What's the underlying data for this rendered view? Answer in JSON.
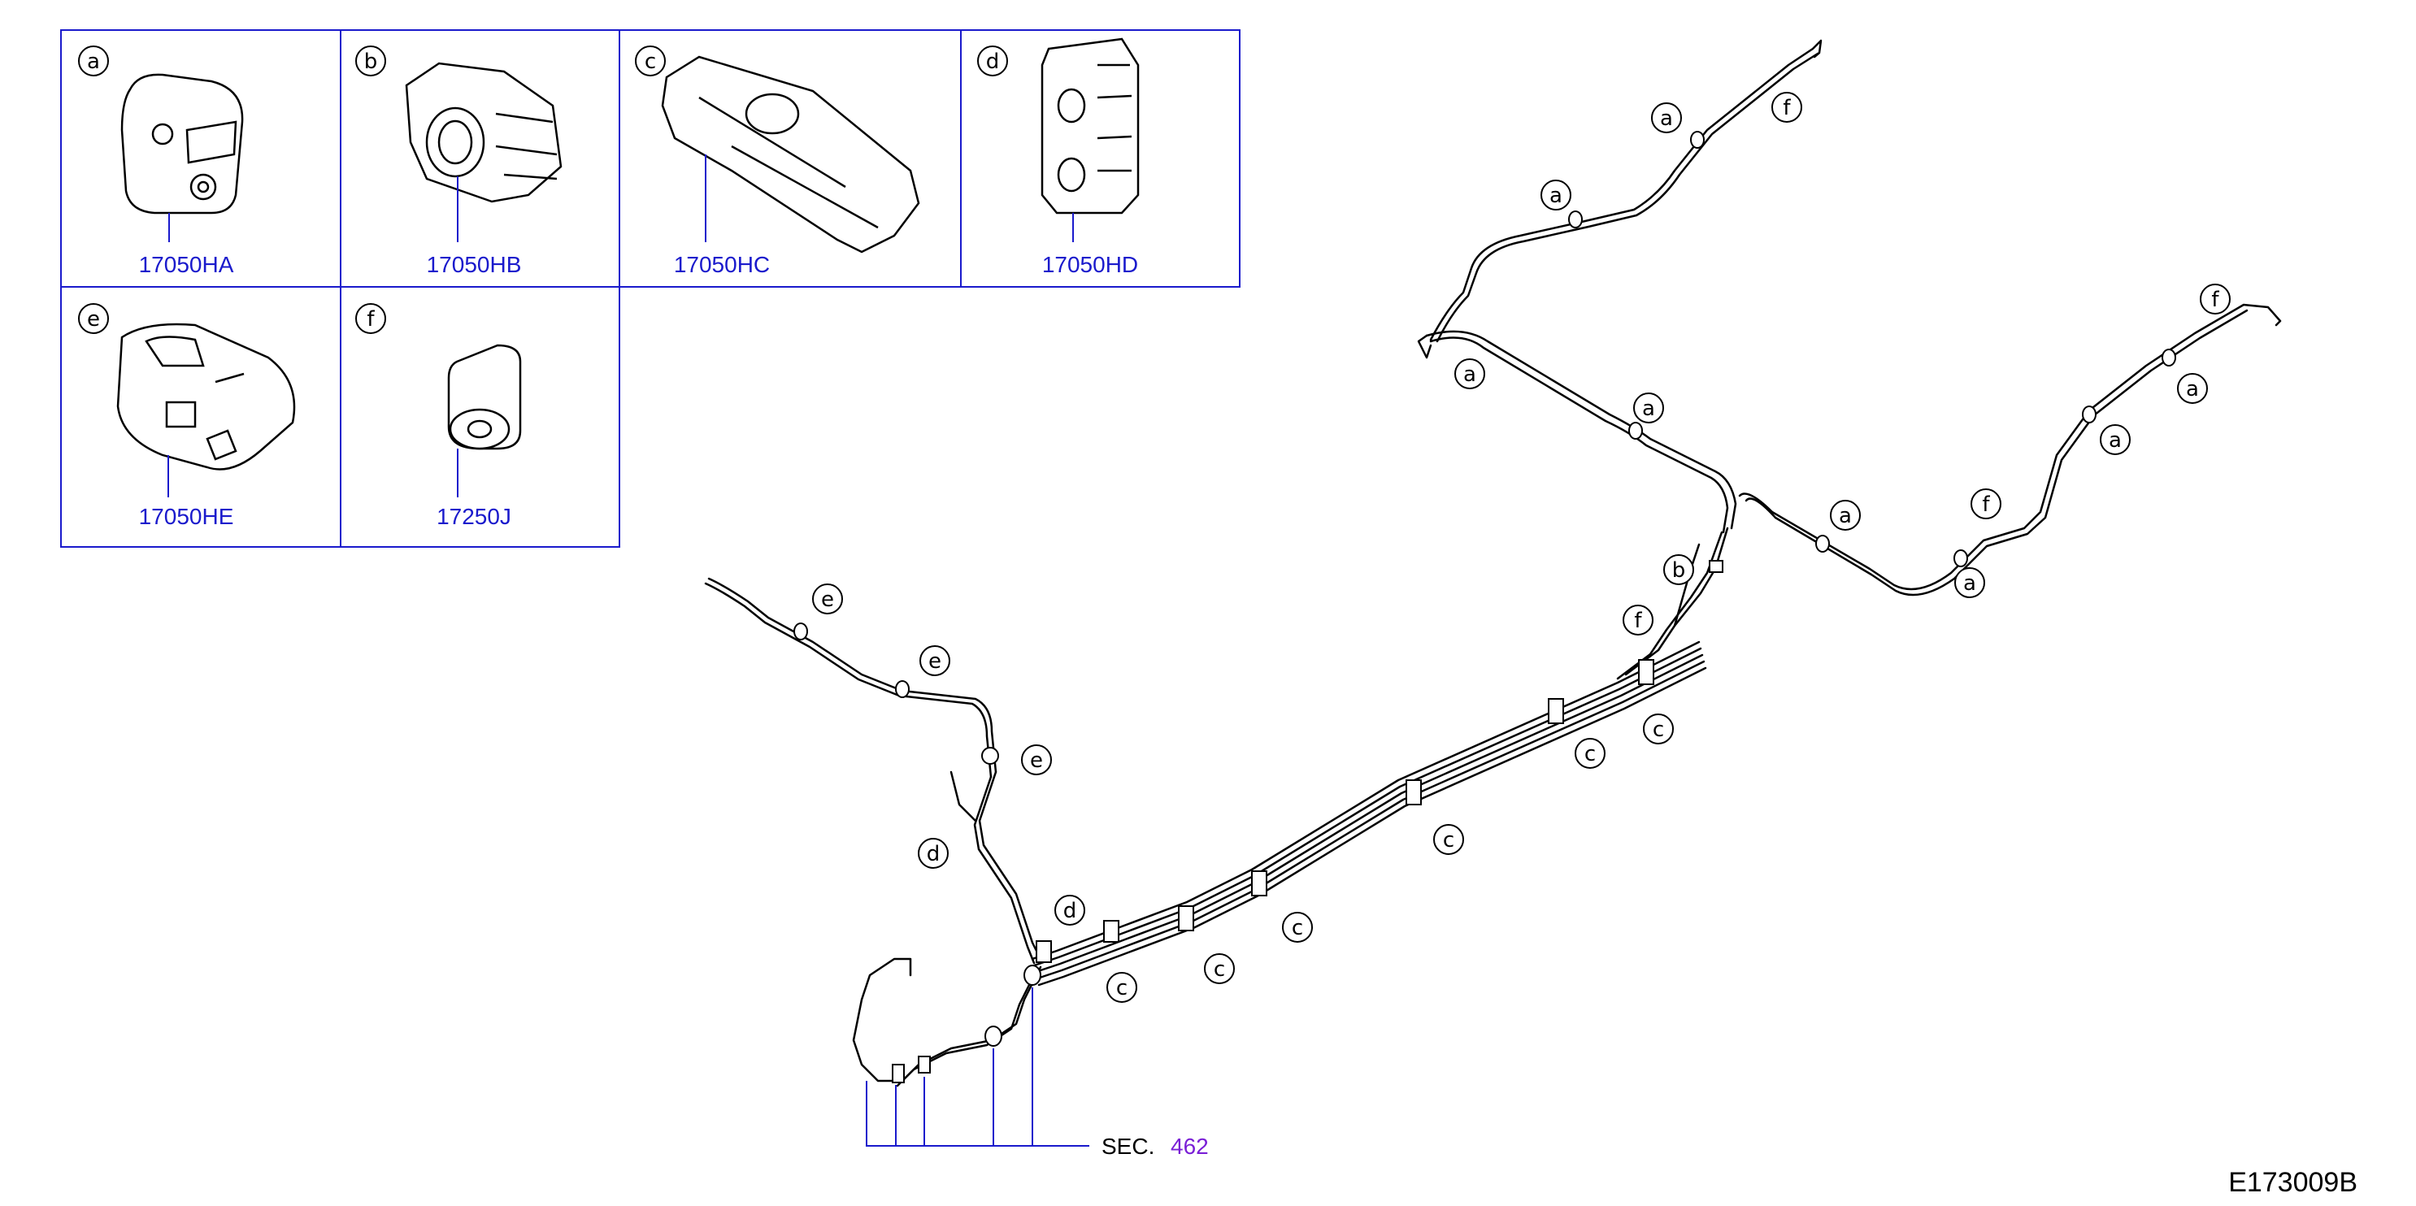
{
  "parts": [
    {
      "letter": "a",
      "part_number": "17050HA"
    },
    {
      "letter": "b",
      "part_number": "17050HB"
    },
    {
      "letter": "c",
      "part_number": "17050HC"
    },
    {
      "letter": "d",
      "part_number": "17050HD"
    },
    {
      "letter": "e",
      "part_number": "17050HE"
    },
    {
      "letter": "f",
      "part_number": "17250J"
    }
  ],
  "callouts": {
    "a": "a",
    "b": "b",
    "c": "c",
    "d": "d",
    "e": "e",
    "f": "f"
  },
  "section_ref": {
    "prefix": "SEC.",
    "number": "462"
  },
  "figure_id": "E173009B",
  "colors": {
    "part_number": "#1a1acc",
    "section_number": "#7a1fd6",
    "line": "#000000",
    "leader": "#1a1acc"
  }
}
